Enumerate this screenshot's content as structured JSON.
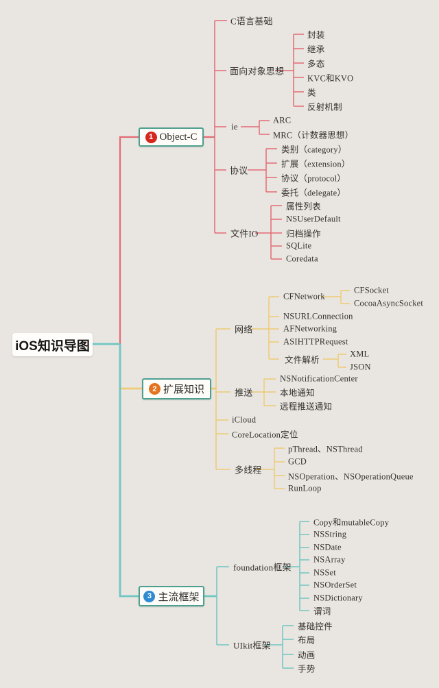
{
  "colors": {
    "background": "#e9e5e0",
    "branch1_line": "#e26b76",
    "branch2_line": "#eecb74",
    "branch3_line": "#6fc7c3",
    "node_border": "#4da08f",
    "badge1": "#d5271d",
    "badge2": "#e5721e",
    "badge3": "#2f8ad2",
    "text": "#35312c"
  },
  "tree": {
    "root": "iOS知识导图",
    "branches": [
      {
        "badge": "1",
        "label": "Object-C",
        "children": [
          {
            "label": "C语言基础"
          },
          {
            "label": "面向对象思想",
            "children": [
              {
                "label": "封装"
              },
              {
                "label": "继承"
              },
              {
                "label": "多态"
              },
              {
                "label": "KVC和KVO"
              },
              {
                "label": "类"
              },
              {
                "label": "反射机制"
              }
            ]
          },
          {
            "label": "ie",
            "children": [
              {
                "label": "ARC"
              },
              {
                "label": "MRC（计数器思想）"
              }
            ]
          },
          {
            "label": "协议",
            "children": [
              {
                "label": "类别（category）"
              },
              {
                "label": "扩展（extension）"
              },
              {
                "label": "协议（protocol）"
              },
              {
                "label": "委托（delegate）"
              }
            ]
          },
          {
            "label": "文件IO",
            "children": [
              {
                "label": "属性列表"
              },
              {
                "label": "NSUserDefault"
              },
              {
                "label": "归档操作"
              },
              {
                "label": "SQLite"
              },
              {
                "label": "Coredata"
              }
            ]
          }
        ]
      },
      {
        "badge": "2",
        "label": "扩展知识",
        "children": [
          {
            "label": "网络",
            "children": [
              {
                "label": "CFNetwork",
                "children": [
                  {
                    "label": "CFSocket"
                  },
                  {
                    "label": "CocoaAsyncSocket"
                  }
                ]
              },
              {
                "label": "NSURLConnection"
              },
              {
                "label": "AFNetworking"
              },
              {
                "label": "ASIHTTPRequest"
              },
              {
                "label": "文件解析",
                "children": [
                  {
                    "label": "XML"
                  },
                  {
                    "label": "JSON"
                  }
                ]
              }
            ]
          },
          {
            "label": "推送",
            "children": [
              {
                "label": "NSNotificationCenter"
              },
              {
                "label": "本地通知"
              },
              {
                "label": "远程推送通知"
              }
            ]
          },
          {
            "label": "iCloud"
          },
          {
            "label": "CoreLocation定位"
          },
          {
            "label": "多线程",
            "children": [
              {
                "label": "pThread、NSThread"
              },
              {
                "label": "GCD"
              },
              {
                "label": "NSOperation、NSOperationQueue"
              },
              {
                "label": "RunLoop"
              }
            ]
          }
        ]
      },
      {
        "badge": "3",
        "label": "主流框架",
        "children": [
          {
            "label": "foundation框架",
            "children": [
              {
                "label": "Copy和mutableCopy"
              },
              {
                "label": "NSString"
              },
              {
                "label": "NSDate"
              },
              {
                "label": "NSArray"
              },
              {
                "label": "NSSet"
              },
              {
                "label": "NSOrderSet"
              },
              {
                "label": "NSDictionary"
              },
              {
                "label": "谓词"
              }
            ]
          },
          {
            "label": "UIkit框架",
            "children": [
              {
                "label": "基础控件"
              },
              {
                "label": "布局"
              },
              {
                "label": "动画"
              },
              {
                "label": "手势"
              }
            ]
          }
        ]
      }
    ]
  }
}
